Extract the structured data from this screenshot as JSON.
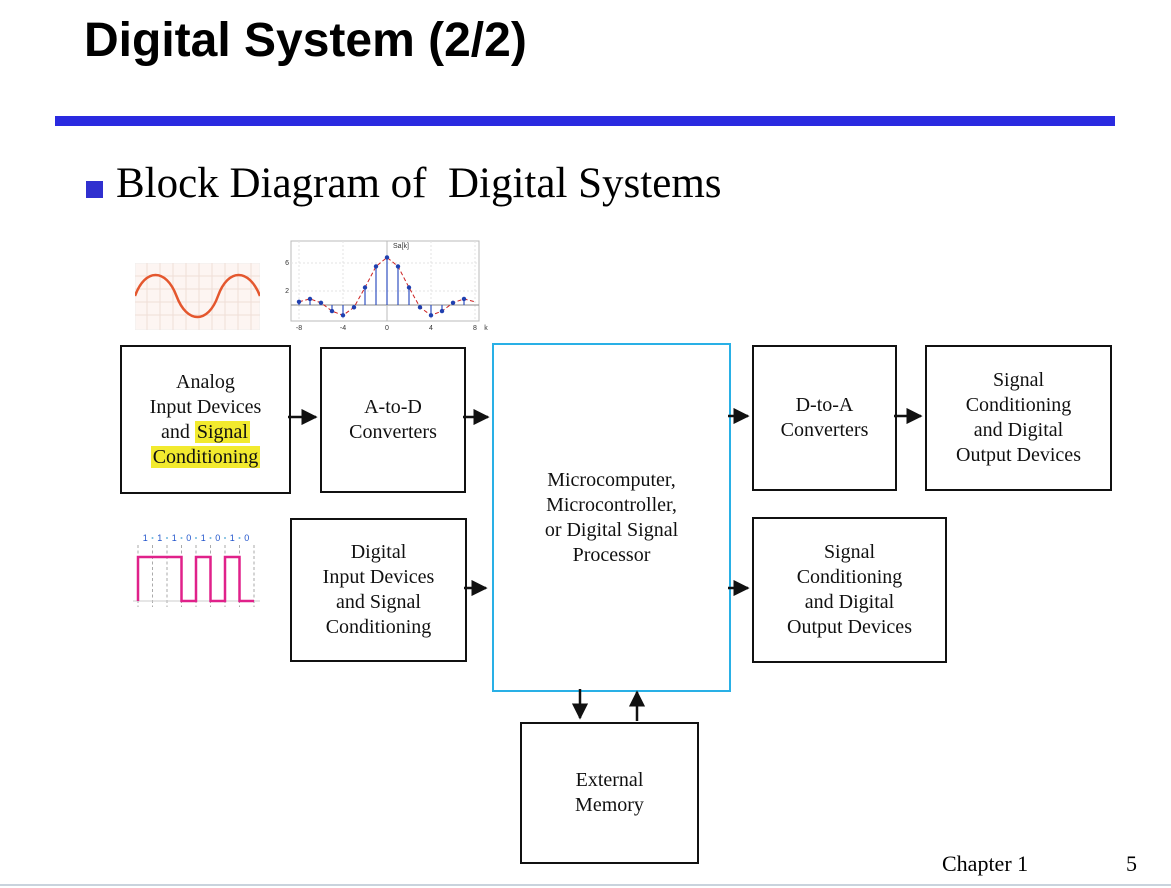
{
  "slide": {
    "title": "Digital System (2/2)",
    "bullet_text": "Block Diagram of  Digital Systems",
    "footer": {
      "chapter": "Chapter 1",
      "page": "5"
    }
  },
  "colors": {
    "accent_blue": "#2a2ae0",
    "bullet_blue": "#3030cf",
    "dsp_border_cyan": "#29b0e6",
    "highlight_yellow": "#f2ea2e",
    "analog_wave_orange": "#e4572e",
    "digital_wave_magenta": "#e0218a",
    "stem_blue": "#2040b0",
    "envelope_red": "#cc2222"
  },
  "diagram": {
    "boxes": {
      "analog_input": {
        "line1": "Analog",
        "line2": "Input Devices",
        "line3_prefix": "and ",
        "line3_highlight": "Signal",
        "line4_highlight": "Conditioning"
      },
      "atod": {
        "lines": [
          "A-to-D",
          "Converters"
        ]
      },
      "dsp": {
        "lines": [
          "Microcomputer,",
          "Microcontroller,",
          "or Digital Signal",
          "Processor"
        ]
      },
      "dtoa": {
        "lines": [
          "D-to-A",
          "Converters"
        ]
      },
      "sc_out_top": {
        "lines": [
          "Signal",
          "Conditioning",
          "and Digital",
          "Output Devices"
        ]
      },
      "digital_input": {
        "lines": [
          "Digital",
          "Input Devices",
          "and Signal",
          "Conditioning"
        ]
      },
      "sc_out_bottom": {
        "lines": [
          "Signal",
          "Conditioning",
          "and Digital",
          "Output Devices"
        ]
      },
      "memory": {
        "lines": [
          "External",
          "Memory"
        ]
      }
    },
    "sampled_plot": {
      "title": "Sa[k]",
      "y_ticks": [
        "6",
        "2"
      ],
      "x_ticks": [
        "-8",
        "-4",
        "0",
        "4",
        "8"
      ],
      "x_axis_label": "k",
      "stem_values": [
        0.45,
        0.87,
        0.32,
        -0.87,
        -1.47,
        -0.33,
        2.5,
        5.51,
        6.8,
        5.51,
        2.5,
        -0.33,
        -1.47,
        -0.87,
        0.32,
        0.87
      ]
    },
    "digital_thumb": {
      "bits": [
        "1",
        "1",
        "1",
        "0",
        "1",
        "0",
        "1",
        "0"
      ]
    }
  }
}
